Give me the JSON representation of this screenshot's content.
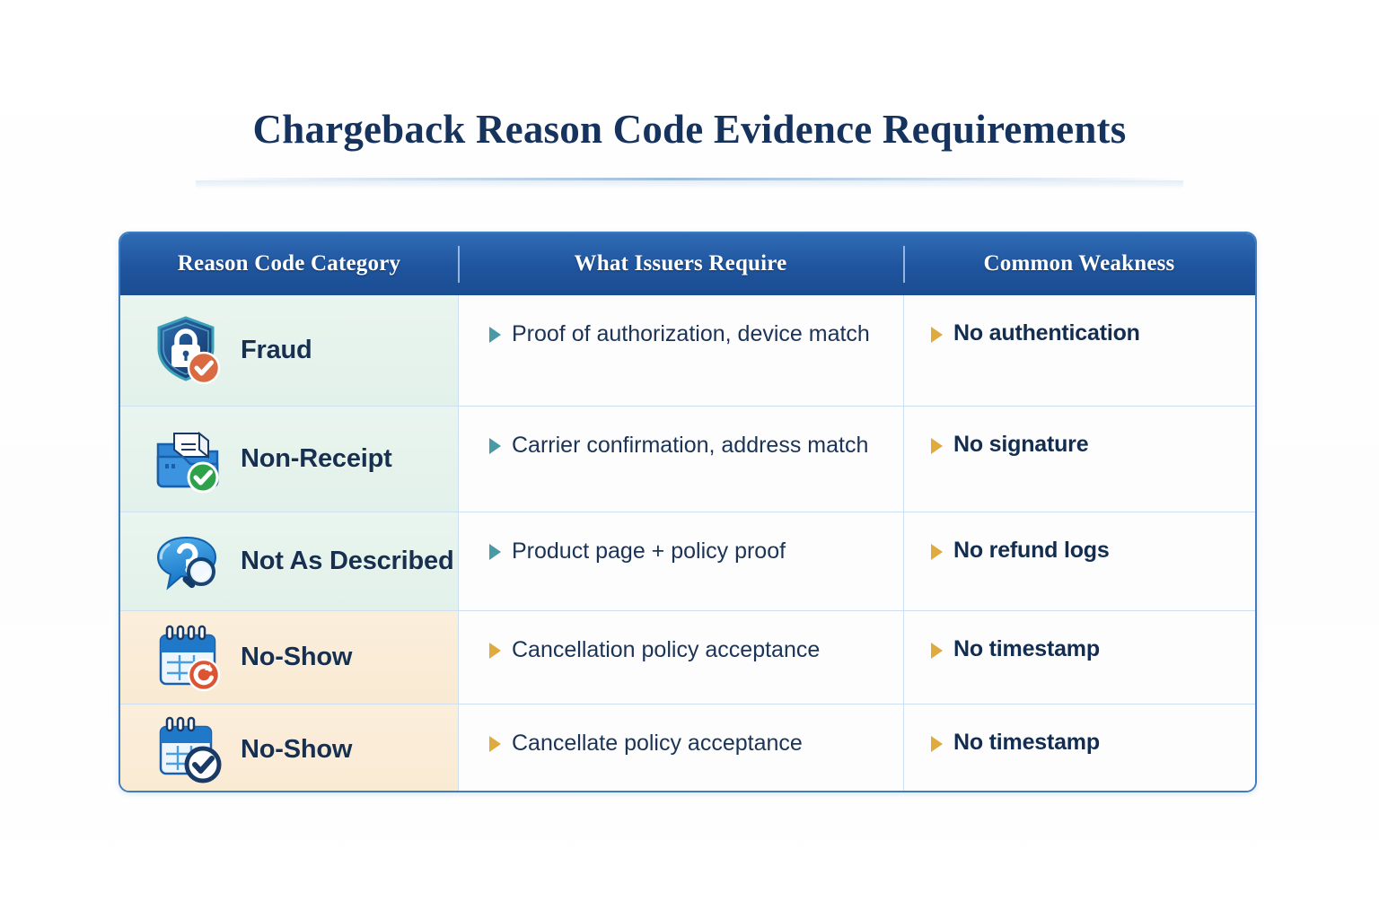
{
  "page": {
    "title": "Chargeback Reason Code Evidence Requirements",
    "accent_blue": "#1f559e",
    "accent_teal": "#4a9aa5",
    "accent_gold": "#e0ab3e",
    "text_navy": "#17304f",
    "row_tint_green": "#e6f3ec",
    "row_tint_peach": "#faebd6"
  },
  "table": {
    "columns": [
      {
        "label": "Reason Code Category"
      },
      {
        "label": "What Issuers Require"
      },
      {
        "label": "Common Weakness"
      }
    ],
    "rows": [
      {
        "category": "Fraud",
        "icon": "shield-lock-check-icon",
        "tint": "green",
        "requirement": "Proof of authorization, device match",
        "requirement_bullet_color": "teal",
        "weakness": "No authentication",
        "weakness_bullet_color": "gold"
      },
      {
        "category": "Non-Receipt",
        "icon": "folder-package-check-icon",
        "tint": "green",
        "requirement": "Carrier confirmation, address match",
        "requirement_bullet_color": "teal",
        "weakness": "No signature",
        "weakness_bullet_color": "gold"
      },
      {
        "category": "Not As Described",
        "icon": "speech-bubble-question-magnifier-icon",
        "tint": "green",
        "requirement": "Product page + policy proof",
        "requirement_bullet_color": "teal",
        "weakness": "No refund logs",
        "weakness_bullet_color": "gold"
      },
      {
        "category": "No-Show",
        "icon": "calendar-reschedule-icon",
        "tint": "peach",
        "requirement": "Cancellation policy acceptance",
        "requirement_bullet_color": "gold",
        "weakness": "No timestamp",
        "weakness_bullet_color": "gold"
      },
      {
        "category": "No-Show",
        "icon": "calendar-check-icon",
        "tint": "peach",
        "requirement": "Cancellate policy acceptance",
        "requirement_bullet_color": "gold",
        "weakness": "No timestamp",
        "weakness_bullet_color": "gold"
      }
    ]
  }
}
